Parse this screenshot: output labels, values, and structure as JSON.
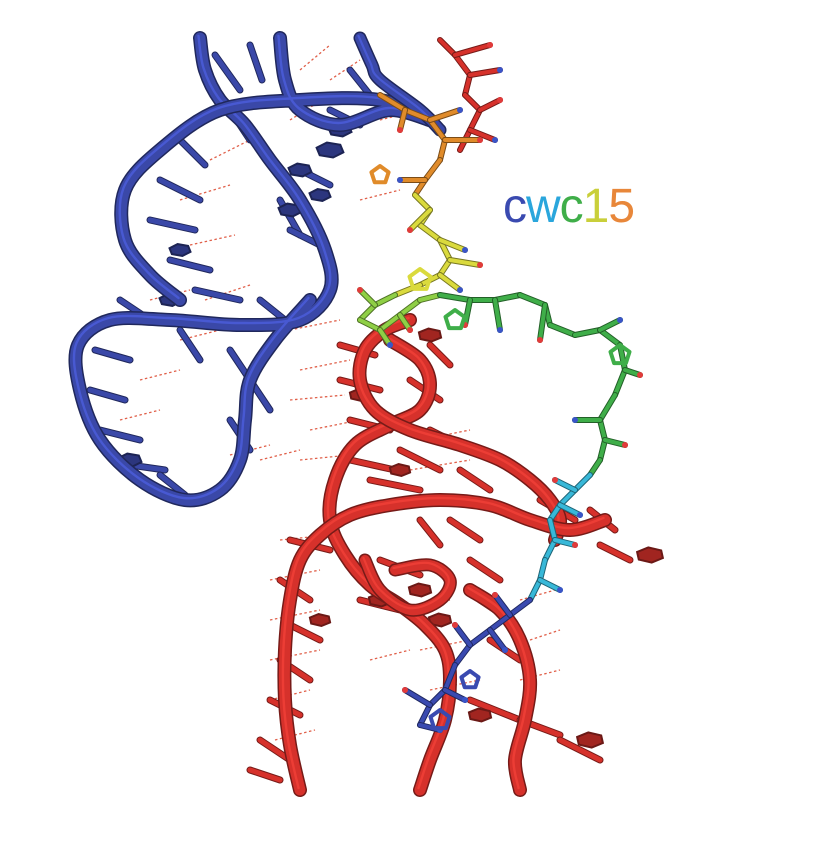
{
  "label": {
    "parts": [
      {
        "text": "c",
        "color": "#3a4ab0"
      },
      {
        "text": "w",
        "color": "#2aa6dc"
      },
      {
        "text": "c",
        "color": "#3fae49"
      },
      {
        "text": "1",
        "color": "#c9cf3a"
      },
      {
        "text": "5",
        "color": "#e8873a"
      }
    ]
  },
  "colors": {
    "rna_blue": "#3a48a8",
    "rna_red": "#d6312b",
    "hbond": "#e0604a",
    "peptide_segments": [
      "#d6312b",
      "#e08b2a",
      "#dada3d",
      "#8fcf45",
      "#3fae49",
      "#38b8d8",
      "#3a4ab0"
    ],
    "nitrogen": "#3a55c8",
    "oxygen": "#e23b3b"
  }
}
